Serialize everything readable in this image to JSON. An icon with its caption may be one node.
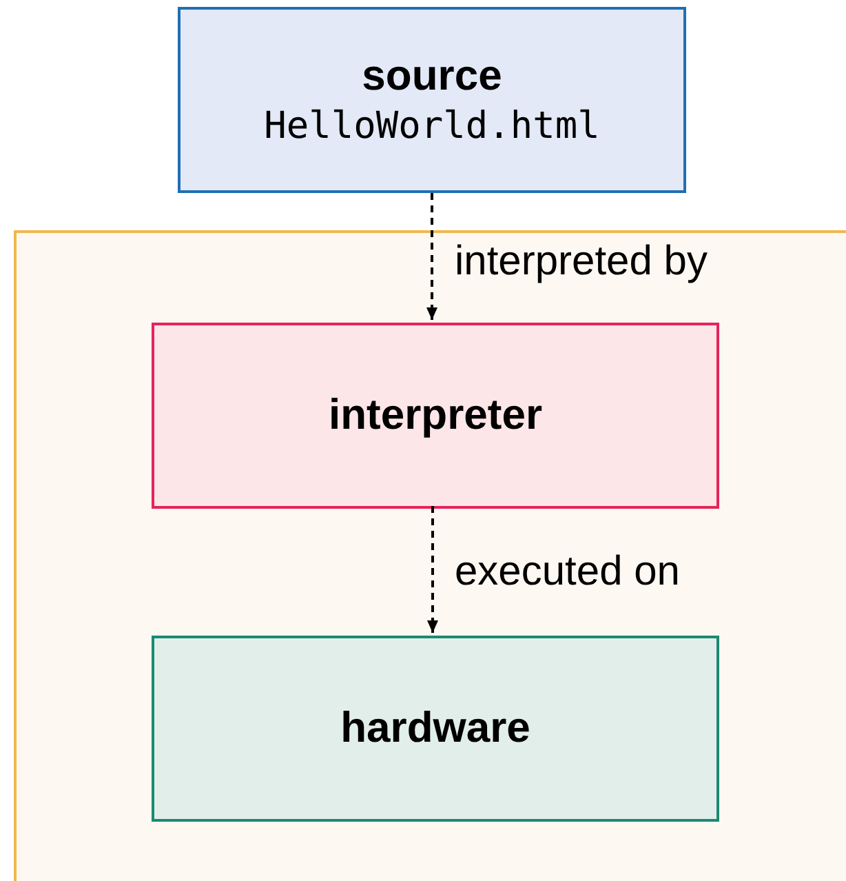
{
  "diagram": {
    "nodes": [
      {
        "text": [
          "source",
          "HelloWorld.html"
        ]
      },
      {
        "text": [],
        "shape": "box"
      },
      {
        "text": [
          "interpreter"
        ],
        "in": 1
      },
      {
        "text": [
          "hardware"
        ],
        "in": 1
      }
    ],
    "edges": [
      {
        "from": 0,
        "to": 2,
        "arrow": "to",
        "style": "dashed",
        "label": "interpreted by"
      },
      {
        "from": 2,
        "to": 3,
        "arrow": "to",
        "style": "dashed",
        "label": "executed on"
      }
    ]
  }
}
